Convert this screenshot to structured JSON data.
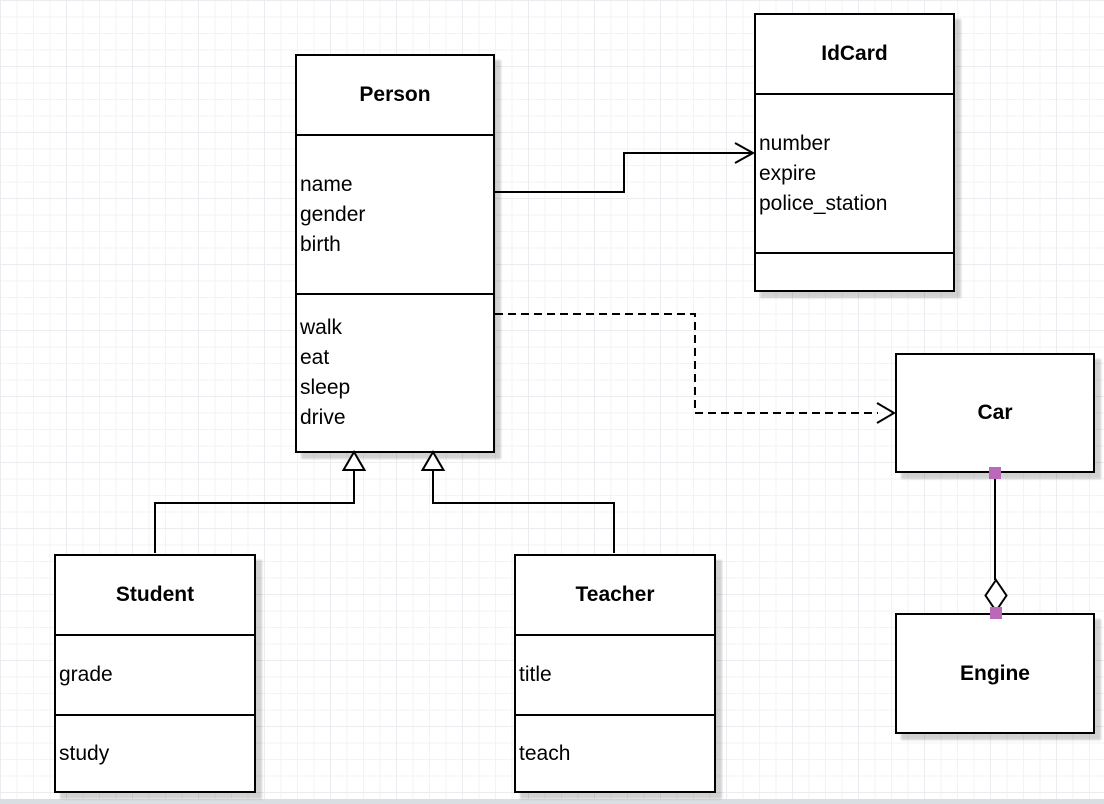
{
  "diagram_type": "UML class diagram",
  "classes": {
    "person": {
      "title": "Person",
      "attributes": [
        "name",
        "gender",
        "birth"
      ],
      "methods": [
        "walk",
        "eat",
        "sleep",
        "drive"
      ]
    },
    "idcard": {
      "title": "IdCard",
      "attributes": [
        "number",
        "expire",
        "police_station"
      ],
      "methods": []
    },
    "car": {
      "title": "Car",
      "attributes": [],
      "methods": []
    },
    "engine": {
      "title": "Engine",
      "attributes": [],
      "methods": []
    },
    "student": {
      "title": "Student",
      "attributes": [
        "grade"
      ],
      "methods": [
        "study"
      ]
    },
    "teacher": {
      "title": "Teacher",
      "attributes": [
        "title"
      ],
      "methods": [
        "teach"
      ]
    }
  },
  "relationships": [
    {
      "type": "association",
      "from": "Person",
      "to": "IdCard",
      "line": "solid",
      "arrowhead": "open"
    },
    {
      "type": "dependency",
      "from": "Person",
      "to": "Car",
      "line": "dashed",
      "arrowhead": "open"
    },
    {
      "type": "generalization",
      "from": "Student",
      "to": "Person",
      "line": "solid",
      "arrowhead": "hollow-triangle"
    },
    {
      "type": "generalization",
      "from": "Teacher",
      "to": "Person",
      "line": "solid",
      "arrowhead": "hollow-triangle"
    },
    {
      "type": "aggregation",
      "from": "Engine",
      "to": "Car",
      "line": "solid",
      "arrowhead": "hollow-diamond",
      "selected": true
    }
  ],
  "colors": {
    "shape_fill": "#ffffff",
    "stroke": "#000000",
    "selection_handle": "#ba68ba",
    "grid_line": "#f3f3f6",
    "canvas_edge": "#d9dee2"
  }
}
